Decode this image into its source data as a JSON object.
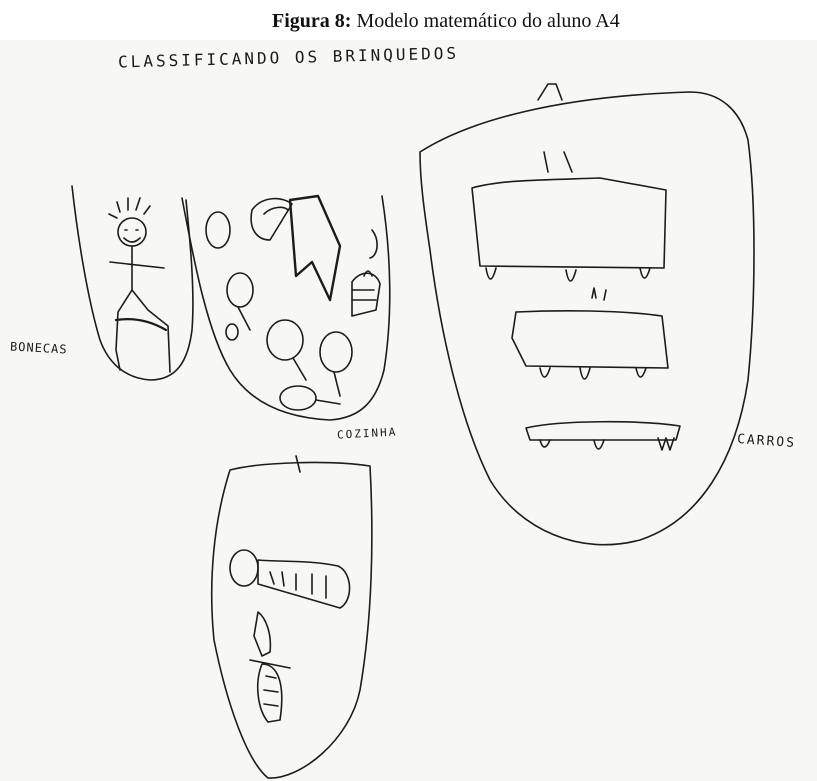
{
  "caption": {
    "label": "Figura 8:",
    "text": " Modelo matemático do aluno A4"
  },
  "drawing": {
    "title": "CLASSIFICANDO   OS   BRINQUEDOS",
    "groups": {
      "bonecas": "BONECAS",
      "cozinha": "COZINHA",
      "carros": "CARROS"
    },
    "colors": {
      "ink": "#1a1a1a",
      "paper": "#ffffff",
      "scan_tint": "#f4f4f2"
    }
  }
}
